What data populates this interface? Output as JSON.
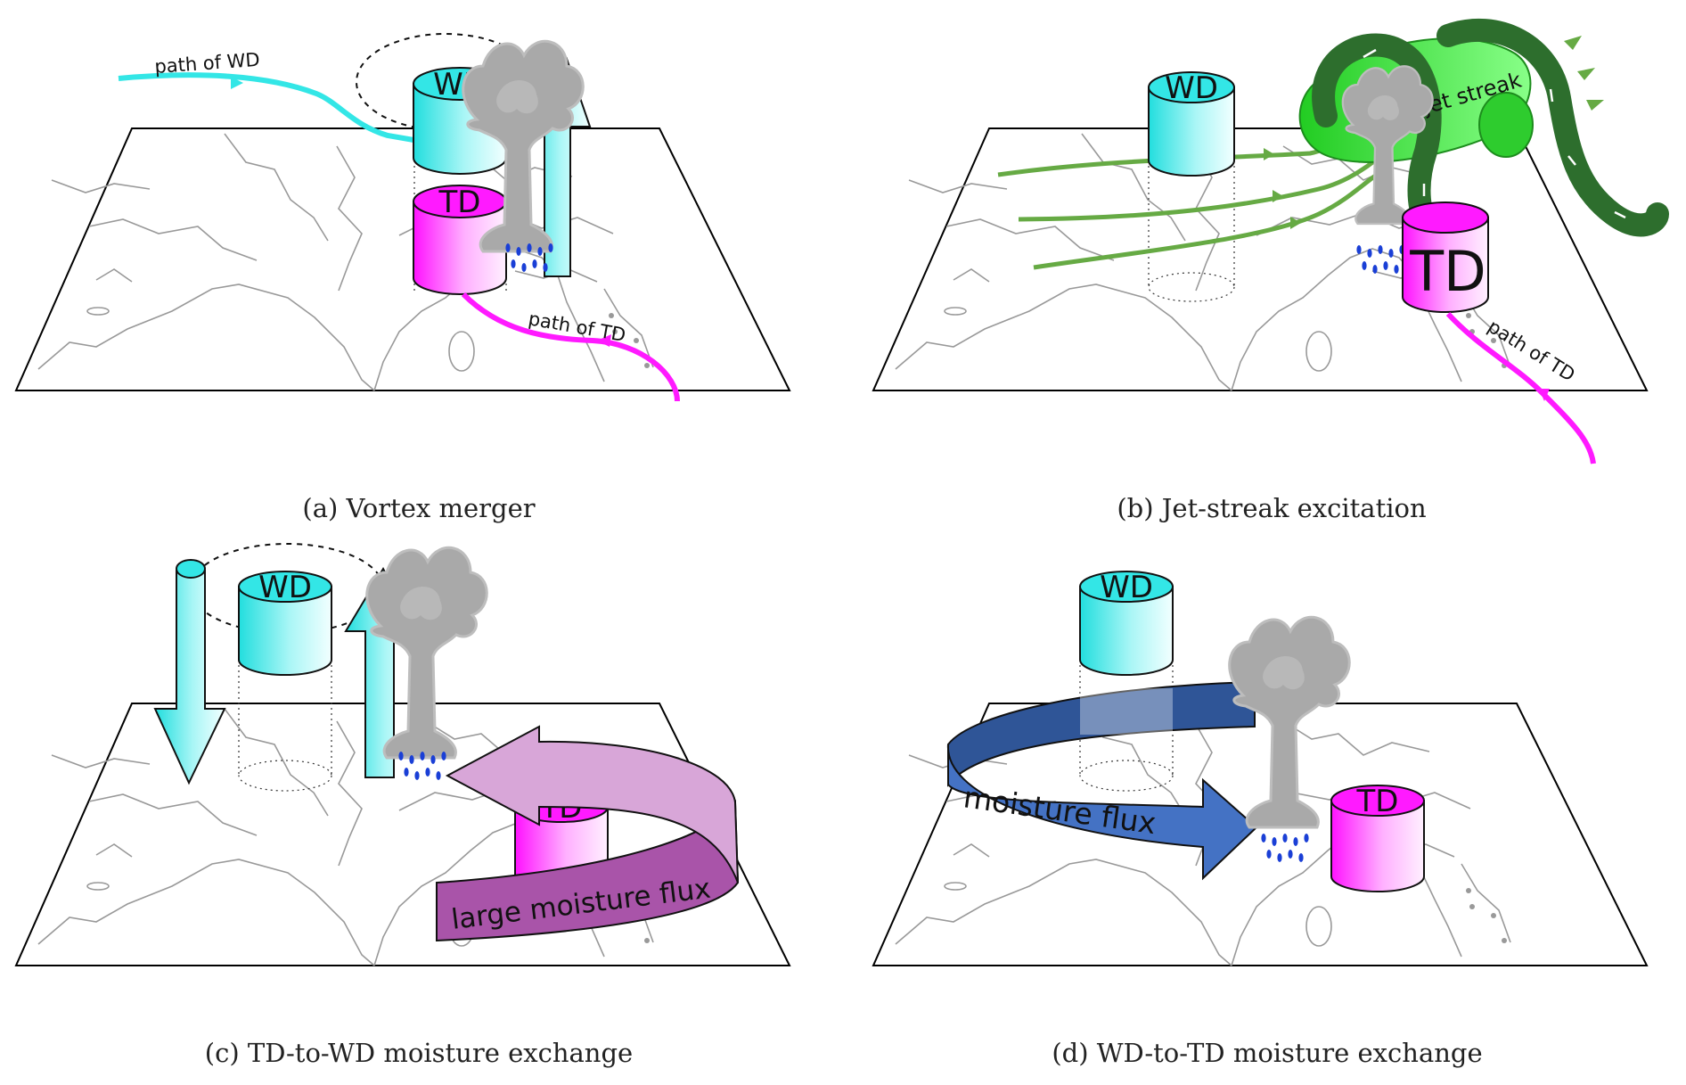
{
  "panels": [
    {
      "id": "a",
      "caption": "(a) Vortex merger",
      "wd": "WD",
      "td": "TD",
      "path_wd": "path of WD",
      "path_td": "path of TD"
    },
    {
      "id": "b",
      "caption": "(b) Jet-streak excitation",
      "wd": "WD",
      "td": "TD",
      "path_td": "path of TD",
      "jet": "jet streak"
    },
    {
      "id": "c",
      "caption": "(c) TD-to-WD moisture exchange",
      "wd": "WD",
      "td": "TD",
      "flux": "large moisture flux"
    },
    {
      "id": "d",
      "caption": "(d) WD-to-TD moisture exchange",
      "wd": "WD",
      "td": "TD",
      "flux": "moisture flux"
    }
  ],
  "colors": {
    "wd": "#33e6e6",
    "td": "#ff1aff",
    "jet_light": "#33ee33",
    "jet_dark": "#2d6e2d",
    "jet_lines": "#66aa44",
    "flux_c": "#c98bc9",
    "flux_d": "#3f6fc4",
    "cloud": "#a9a9a9",
    "rain": "#1a3fd6"
  }
}
